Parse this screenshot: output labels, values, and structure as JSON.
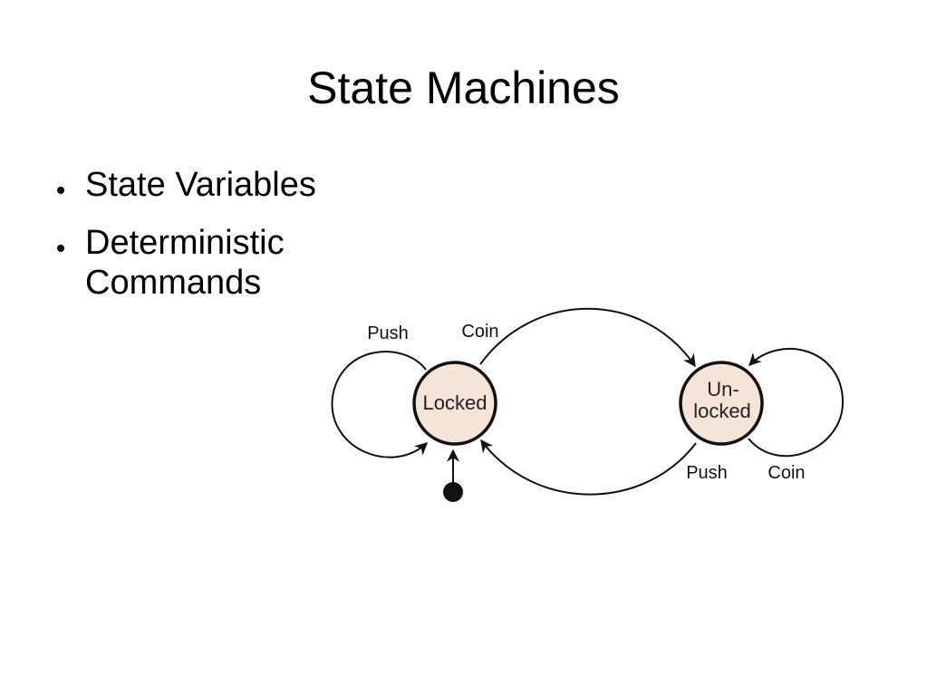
{
  "slide": {
    "title": "State Machines",
    "bullets": [
      "State Variables",
      "Deterministic Commands"
    ]
  },
  "diagram": {
    "states": {
      "locked": "Locked",
      "unlocked_line1": "Un-",
      "unlocked_line2": "locked"
    },
    "transitions": {
      "locked_self": "Push",
      "locked_to_unlocked": "Coin",
      "unlocked_to_locked": "Push",
      "unlocked_self": "Coin"
    },
    "colors": {
      "state_fill": "#f5e4d7",
      "stroke": "#111111"
    }
  }
}
